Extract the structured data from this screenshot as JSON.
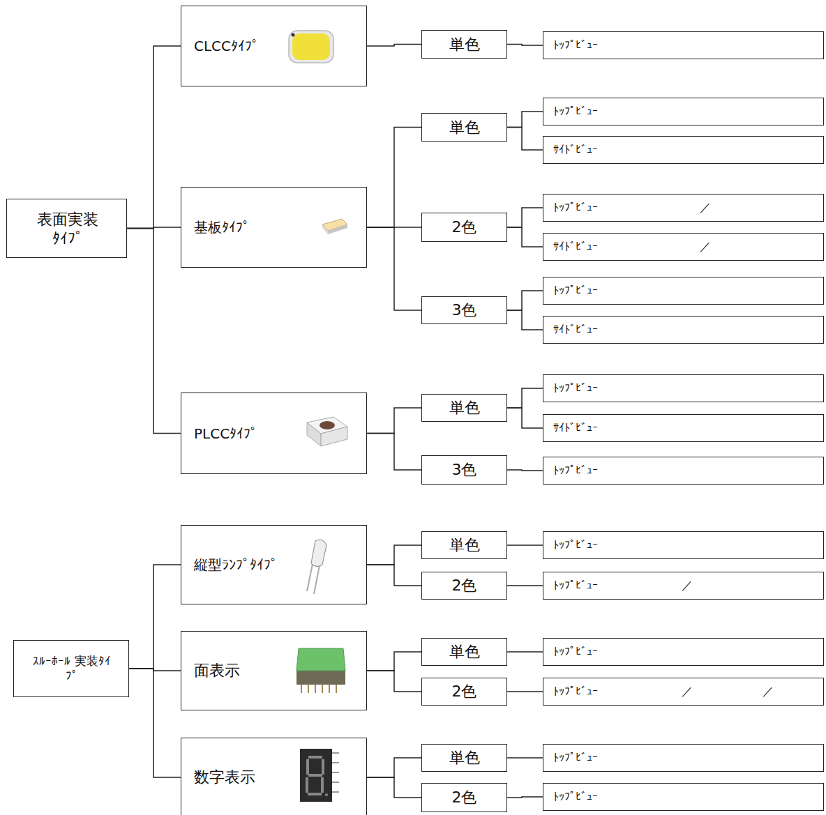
{
  "diagram": {
    "nodes": [
      {
        "text": [
          "表面実装 ﾀｲﾌﾟ"
        ]
      },
      {
        "text": [
          "CLCCﾀｲﾌﾟ"
        ]
      },
      {
        "text": [
          "単色"
        ]
      },
      {
        "text": [
          "ﾄｯﾌﾟﾋﾞｭｰ"
        ]
      },
      {
        "text": [
          "基板ﾀｲﾌﾟ"
        ]
      },
      {
        "text": [
          "単色"
        ]
      },
      {
        "text": [
          "ﾄｯﾌﾟﾋﾞｭｰ"
        ]
      },
      {
        "text": [
          "ｻｲﾄﾞﾋﾞｭｰ"
        ]
      },
      {
        "text": [
          "2色"
        ]
      },
      {
        "text": [
          "ﾄｯﾌﾟﾋﾞｭｰ",
          "／"
        ]
      },
      {
        "text": [
          "ｻｲﾄﾞﾋﾞｭｰ",
          "／"
        ]
      },
      {
        "text": [
          "3色"
        ]
      },
      {
        "text": [
          "ﾄｯﾌﾟﾋﾞｭｰ"
        ]
      },
      {
        "text": [
          "ｻｲﾄﾞﾋﾞｭｰ"
        ]
      },
      {
        "text": [
          "PLCCﾀｲﾌﾟ"
        ]
      },
      {
        "text": [
          "単色"
        ]
      },
      {
        "text": [
          "ﾄｯﾌﾟﾋﾞｭｰ"
        ]
      },
      {
        "text": [
          "ｻｲﾄﾞﾋﾞｭｰ"
        ]
      },
      {
        "text": [
          "3色"
        ]
      },
      {
        "text": [
          "ﾄｯﾌﾟﾋﾞｭｰ"
        ]
      },
      {
        "text": [
          "ｽﾙｰﾎｰﾙ 実装ﾀｲﾌﾟ"
        ]
      },
      {
        "text": [
          "縦型ﾗﾝﾌﾟﾀｲﾌﾟ"
        ]
      },
      {
        "text": [
          "単色"
        ]
      },
      {
        "text": [
          "ﾄｯﾌﾟﾋﾞｭｰ"
        ]
      },
      {
        "text": [
          "2色"
        ]
      },
      {
        "text": [
          "ﾄｯﾌﾟﾋﾞｭｰ",
          "／"
        ]
      },
      {
        "text": [
          "面表示"
        ]
      },
      {
        "text": [
          "単色"
        ]
      },
      {
        "text": [
          "ﾄｯﾌﾟﾋﾞｭｰ"
        ]
      },
      {
        "text": [
          "2色"
        ]
      },
      {
        "text": [
          "ﾄｯﾌﾟﾋﾞｭｰ",
          "／",
          "／"
        ]
      },
      {
        "text": [
          "数字表示"
        ]
      },
      {
        "text": [
          "単色"
        ]
      },
      {
        "text": [
          "ﾄｯﾌﾟﾋﾞｭｰ"
        ]
      },
      {
        "text": [
          "2色"
        ]
      },
      {
        "text": [
          "ﾄｯﾌﾟﾋﾞｭｰ"
        ]
      }
    ],
    "edges": [
      {
        "from": 0,
        "to": 1,
        "arrow": "none"
      },
      {
        "from": 0,
        "to": 4,
        "arrow": "none"
      },
      {
        "from": 0,
        "to": 14,
        "arrow": "none"
      },
      {
        "from": 1,
        "to": 2,
        "arrow": "none"
      },
      {
        "from": 2,
        "to": 3,
        "arrow": "none"
      },
      {
        "from": 4,
        "to": 5,
        "arrow": "none"
      },
      {
        "from": 4,
        "to": 8,
        "arrow": "none"
      },
      {
        "from": 4,
        "to": 11,
        "arrow": "none"
      },
      {
        "from": 5,
        "to": 6,
        "arrow": "none"
      },
      {
        "from": 5,
        "to": 7,
        "arrow": "none"
      },
      {
        "from": 8,
        "to": 9,
        "arrow": "none"
      },
      {
        "from": 8,
        "to": 10,
        "arrow": "none"
      },
      {
        "from": 11,
        "to": 12,
        "arrow": "none"
      },
      {
        "from": 11,
        "to": 13,
        "arrow": "none"
      },
      {
        "from": 14,
        "to": 15,
        "arrow": "none"
      },
      {
        "from": 14,
        "to": 18,
        "arrow": "none"
      },
      {
        "from": 15,
        "to": 16,
        "arrow": "none"
      },
      {
        "from": 15,
        "to": 17,
        "arrow": "none"
      },
      {
        "from": 18,
        "to": 19,
        "arrow": "none"
      },
      {
        "from": 20,
        "to": 21,
        "arrow": "none"
      },
      {
        "from": 20,
        "to": 26,
        "arrow": "none"
      },
      {
        "from": 20,
        "to": 31,
        "arrow": "none"
      },
      {
        "from": 21,
        "to": 22,
        "arrow": "none"
      },
      {
        "from": 21,
        "to": 24,
        "arrow": "none"
      },
      {
        "from": 22,
        "to": 23,
        "arrow": "none"
      },
      {
        "from": 24,
        "to": 25,
        "arrow": "none"
      },
      {
        "from": 26,
        "to": 27,
        "arrow": "none"
      },
      {
        "from": 26,
        "to": 29,
        "arrow": "none"
      },
      {
        "from": 27,
        "to": 28,
        "arrow": "none"
      },
      {
        "from": 29,
        "to": 30,
        "arrow": "none"
      },
      {
        "from": 31,
        "to": 32,
        "arrow": "none"
      },
      {
        "from": 31,
        "to": 34,
        "arrow": "none"
      },
      {
        "from": 32,
        "to": 33,
        "arrow": "none"
      },
      {
        "from": 34,
        "to": 35,
        "arrow": "none"
      }
    ]
  }
}
